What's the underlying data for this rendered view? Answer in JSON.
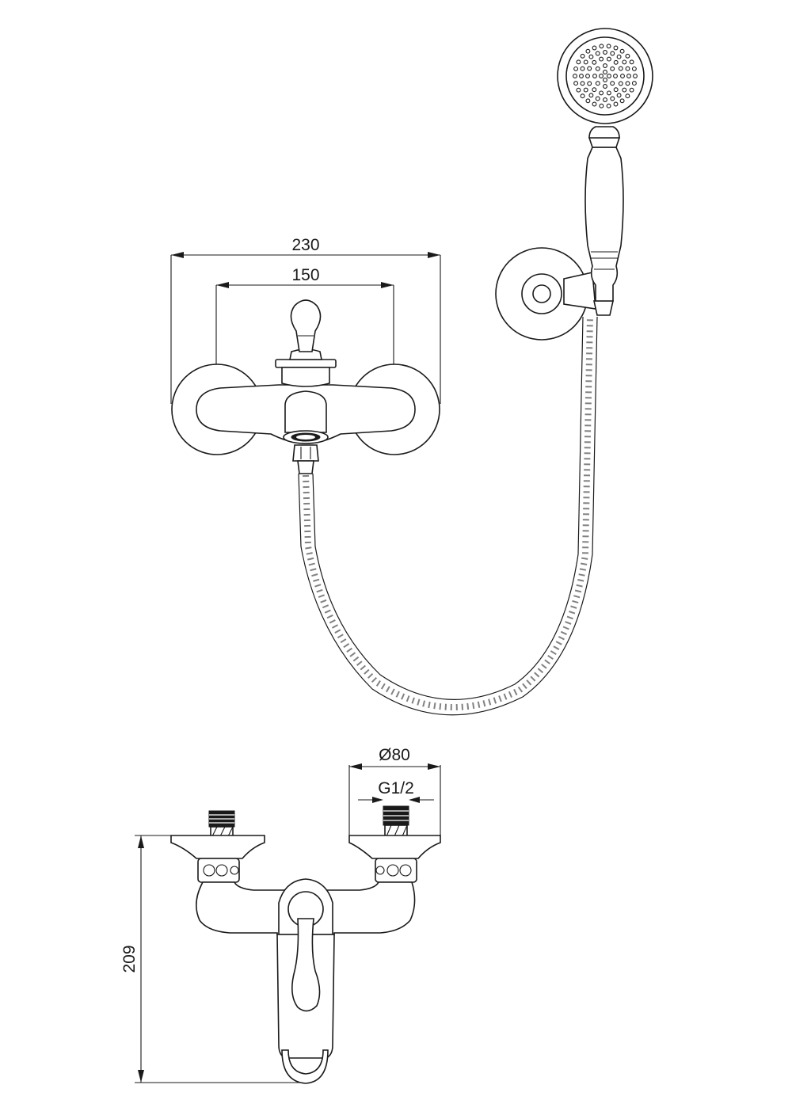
{
  "dimensions": {
    "overall_width": "230",
    "center_distance": "150",
    "flange_diameter": "Ø80",
    "thread_size": "G1/2",
    "height": "209"
  }
}
